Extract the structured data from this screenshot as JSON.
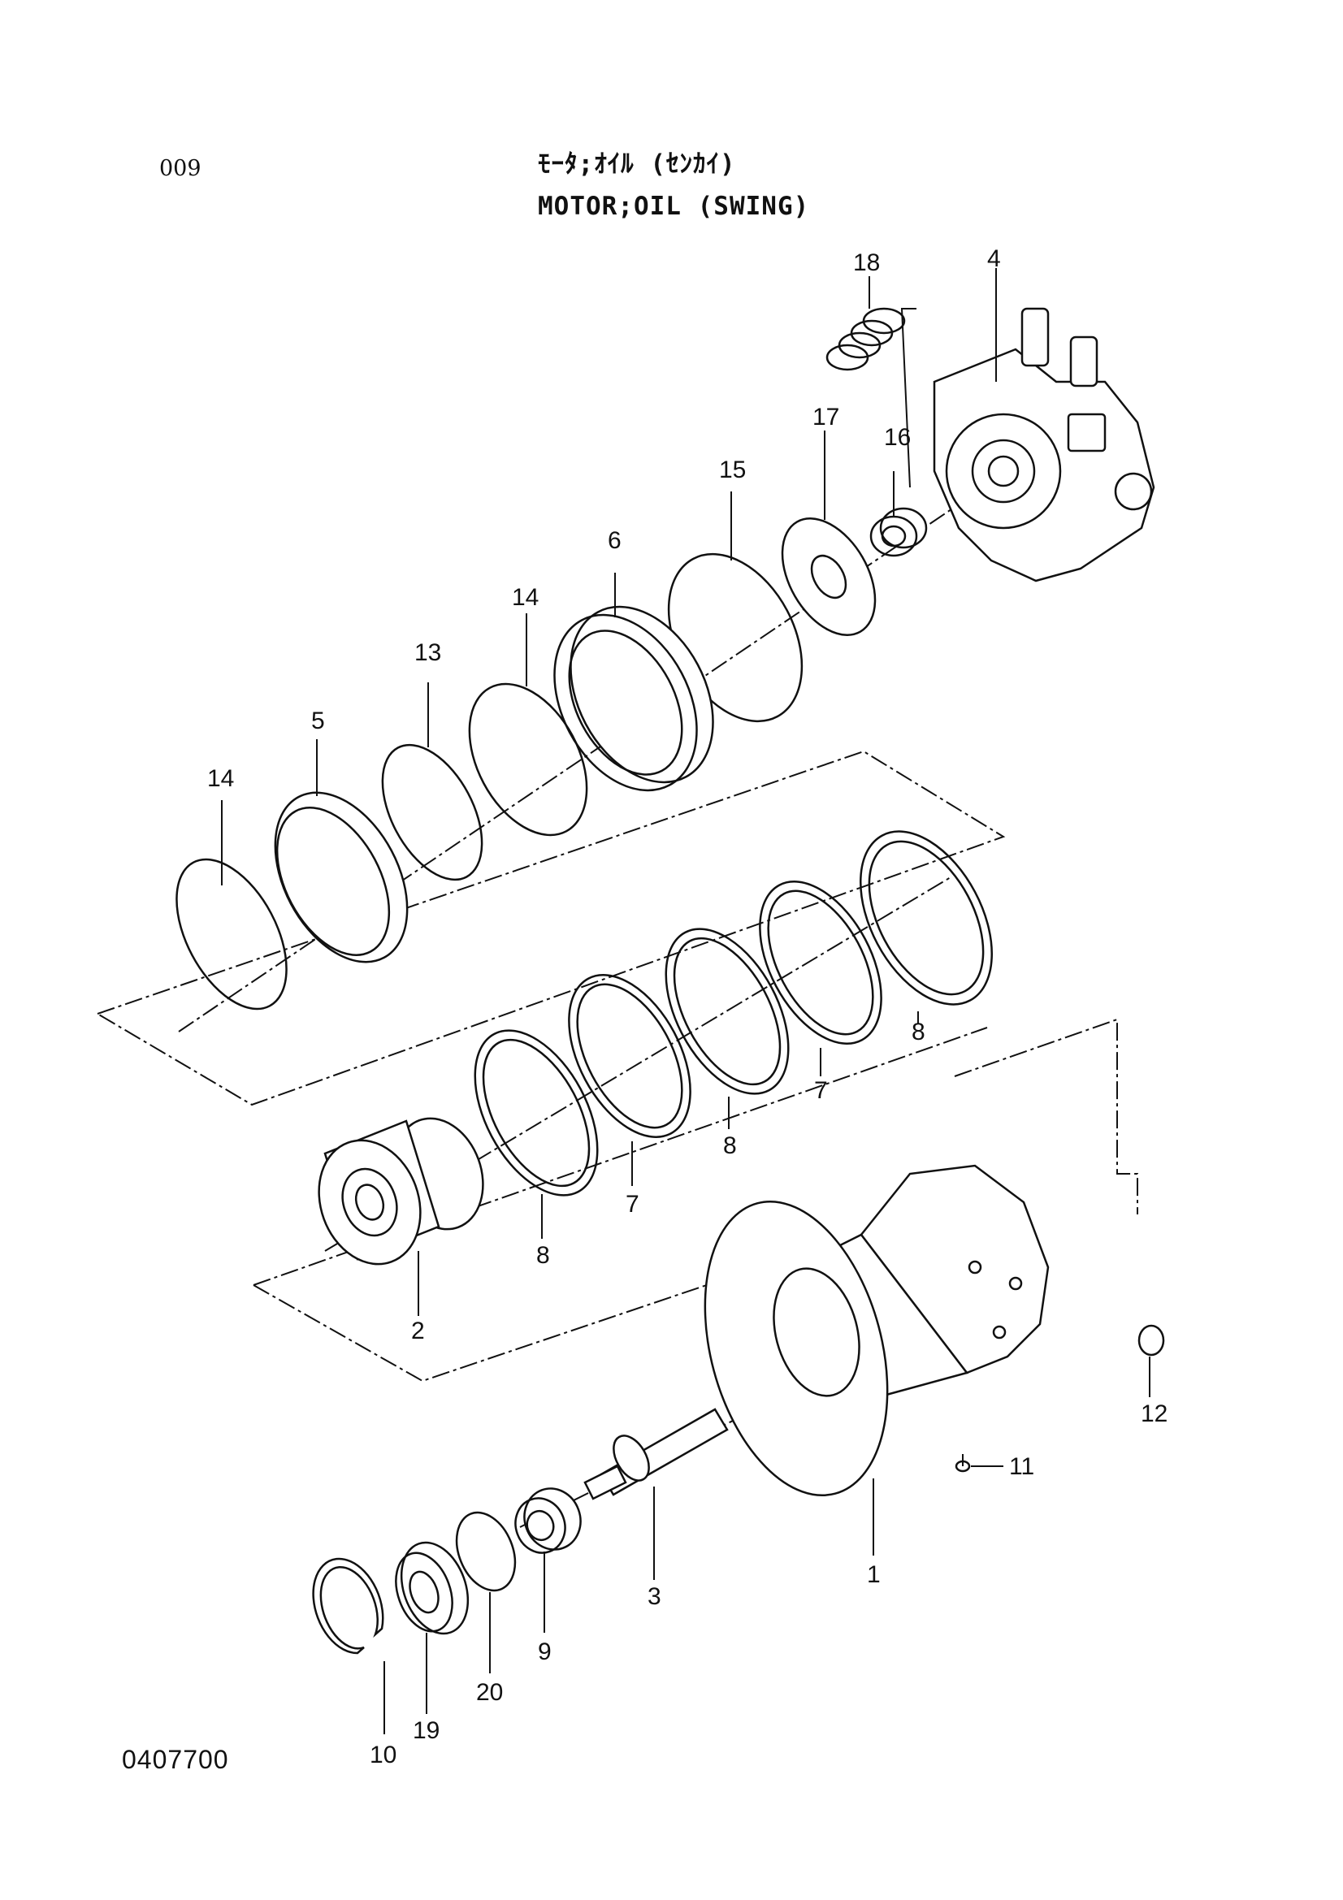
{
  "page_number": "009",
  "title_jp": "ﾓｰﾀ;ｵｲﾙ (ｾﾝｶｲ)",
  "title_en": "MOTOR;OIL (SWING)",
  "drawing_number": "0407700",
  "part_labels": {
    "p1": "1",
    "p2": "2",
    "p3": "3",
    "p4": "4",
    "p5": "5",
    "p6": "6",
    "p7a": "7",
    "p7b": "7",
    "p8a": "8",
    "p8b": "8",
    "p8c": "8",
    "p9": "9",
    "p10": "10",
    "p11": "11",
    "p12": "12",
    "p13": "13",
    "p14a": "14",
    "p14b": "14",
    "p15": "15",
    "p16": "16",
    "p17": "17",
    "p18": "18",
    "p19": "19",
    "p20": "20"
  }
}
